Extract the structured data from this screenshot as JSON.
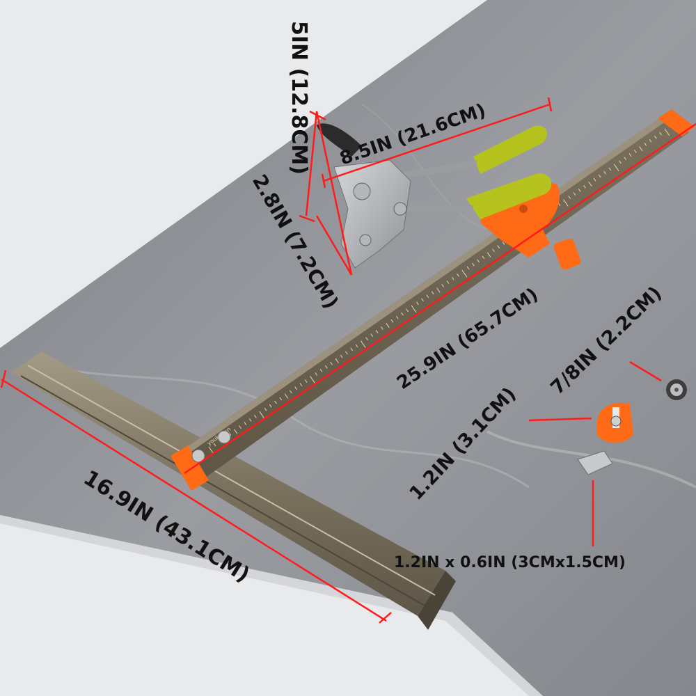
{
  "product": {
    "ruler_brand": "youkoaan"
  },
  "dimensions": {
    "handle_height": "5IN (12.8CM)",
    "handle_length": "8.5IN (21.6CM)",
    "head_width": "2.8IN (7.2CM)",
    "ruler_length": "25.9IN (65.7CM)",
    "crossbar_length": "16.9IN (43.1CM)",
    "wheel_diameter": "7/8IN (2.2CM)",
    "wheel_holder": "1.2IN (3.1CM)",
    "blade_size": "1.2IN x 0.6IN (3CMx1.5CM)"
  },
  "colors": {
    "tile": "#8d8f94",
    "ruler": "#6f6453",
    "accent": "#ff6a16",
    "handle": "#b6c21d",
    "dimension_line": "#ff1b1b"
  }
}
